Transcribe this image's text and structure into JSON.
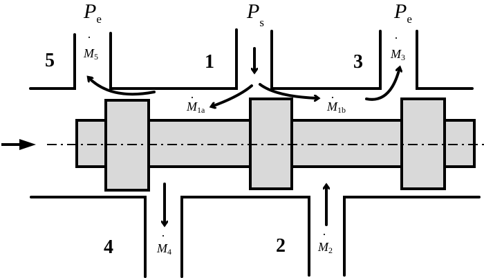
{
  "diagram": {
    "title": "Spool valve flow schematic",
    "pressures": {
      "supply": {
        "symbol": "P",
        "sub": "s"
      },
      "exhaust_left": {
        "symbol": "P",
        "sub": "e"
      },
      "exhaust_right": {
        "symbol": "P",
        "sub": "e"
      }
    },
    "ports": {
      "p1": "1",
      "p2": "2",
      "p3": "3",
      "p4": "4",
      "p5": "5"
    },
    "flows": {
      "m5": {
        "symbol": "M",
        "sub": "5"
      },
      "m3": {
        "symbol": "M",
        "sub": "3"
      },
      "m1a": {
        "symbol": "M",
        "sub": "1a"
      },
      "m1b": {
        "symbol": "M",
        "sub": "1b"
      },
      "m4": {
        "symbol": "M",
        "sub": "4"
      },
      "m2": {
        "symbol": "M",
        "sub": "2"
      }
    },
    "colors": {
      "spool_fill": "#d9d9d9",
      "line": "#000000"
    }
  }
}
